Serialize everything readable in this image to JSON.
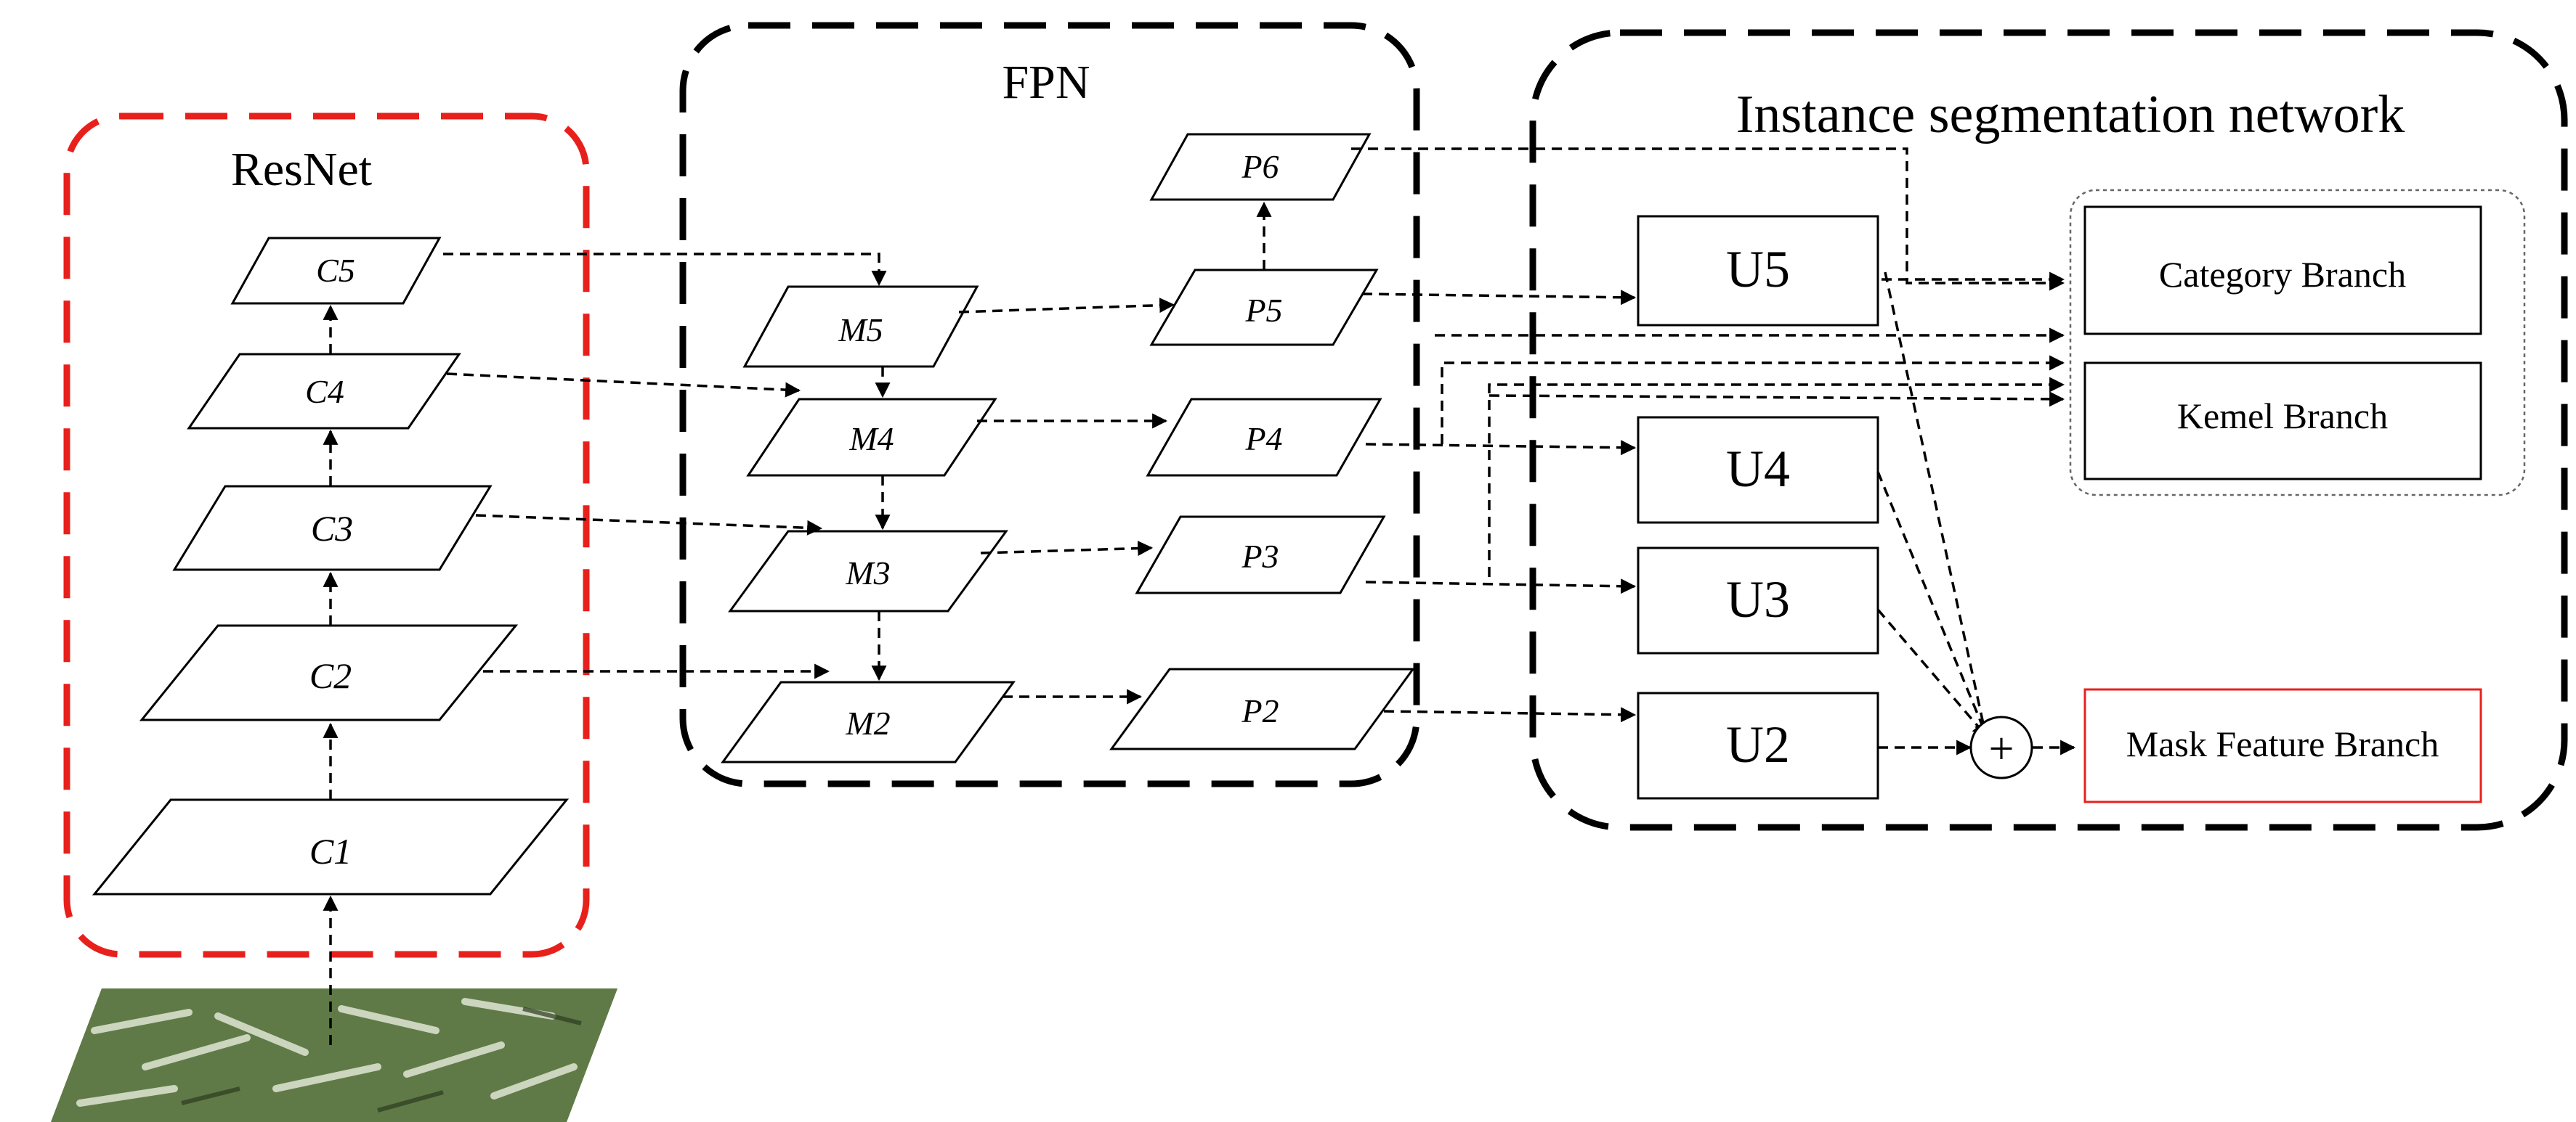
{
  "groups": {
    "resnet": "ResNet",
    "fpn": "FPN",
    "instance": "Instance segmentation network"
  },
  "resnet_layers": [
    "C1",
    "C2",
    "C3",
    "C4",
    "C5"
  ],
  "fpn_m_layers": [
    "M5",
    "M4",
    "M3",
    "M2"
  ],
  "fpn_p_layers": [
    "P6",
    "P5",
    "P4",
    "P3",
    "P2"
  ],
  "u_blocks": [
    "U5",
    "U4",
    "U3",
    "U2"
  ],
  "branches": {
    "category": "Category Branch",
    "kernel": "Kemel Branch",
    "mask": "Mask Feature Branch"
  },
  "sum_symbol": "+",
  "colors": {
    "resnet_border": "#e8201c",
    "mask_border": "#e8201c",
    "group_border": "#000000"
  }
}
